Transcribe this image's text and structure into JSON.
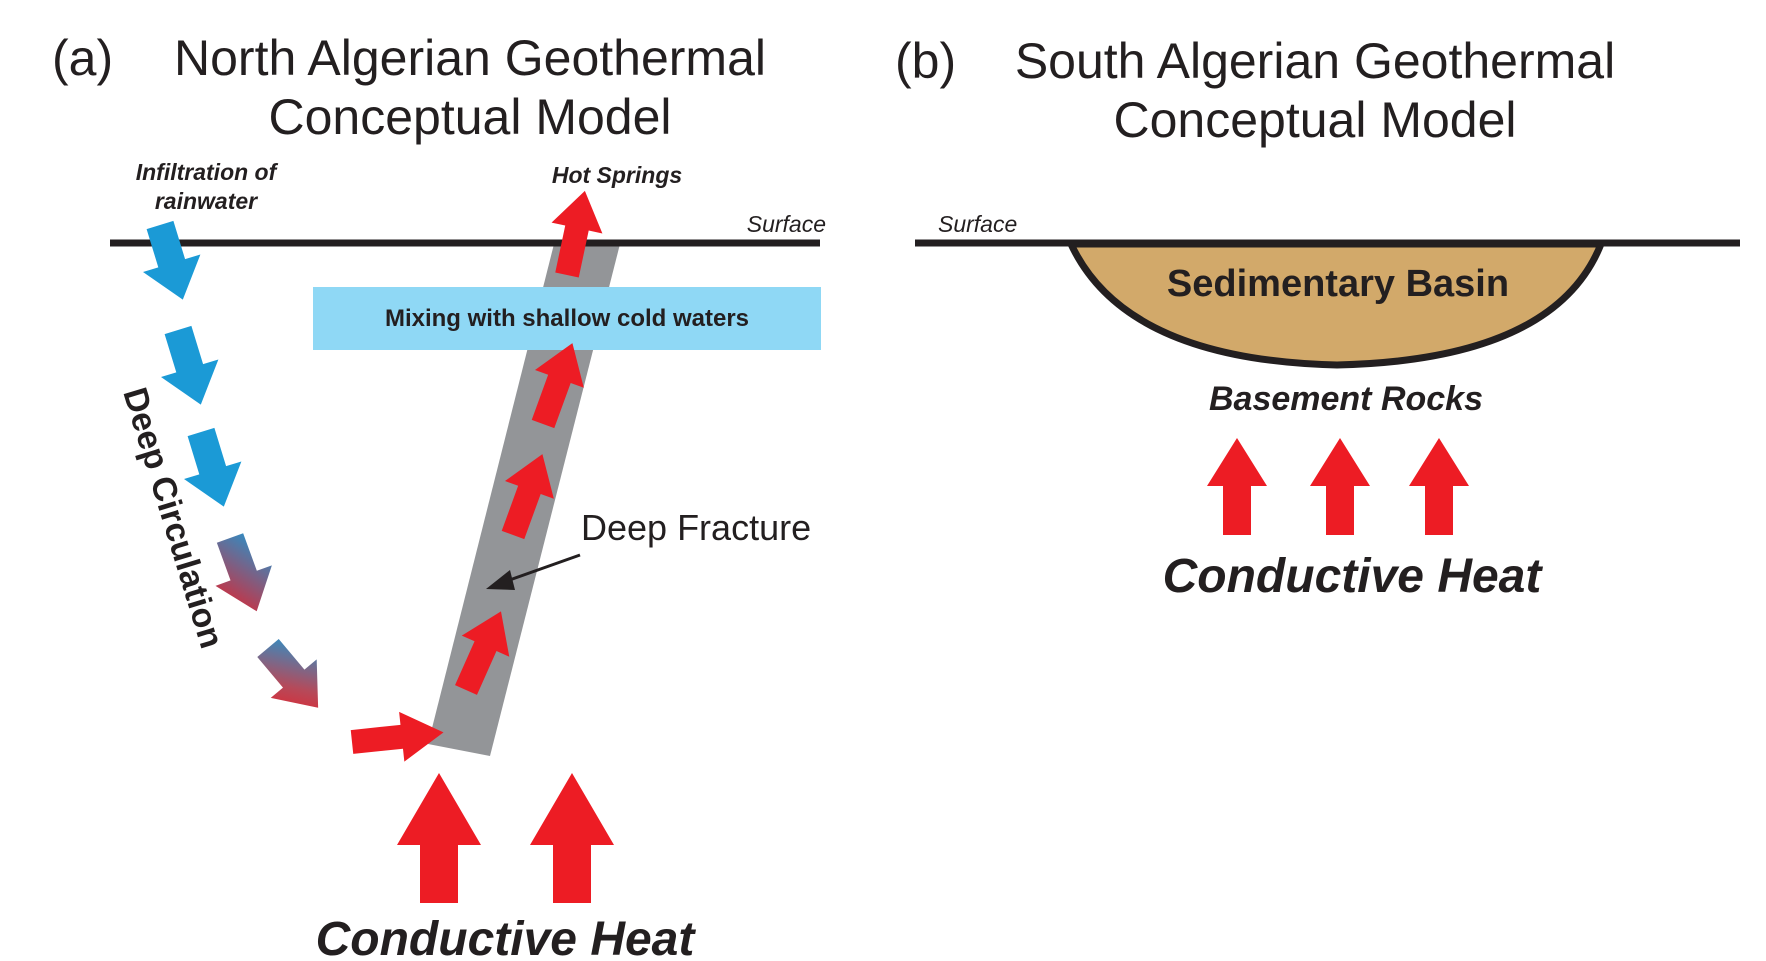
{
  "panel_a": {
    "label": "(a)",
    "title_line1": "North Algerian Geothermal",
    "title_line2": "Conceptual Model",
    "infiltration_line1": "Infiltration of",
    "infiltration_line2": "rainwater",
    "hot_springs": "Hot Springs",
    "surface": "Surface",
    "mixing": "Mixing with shallow cold waters",
    "deep_circulation": "Deep Circulation",
    "deep_fracture": "Deep Fracture",
    "conductive_heat": "Conductive Heat"
  },
  "panel_b": {
    "label": "(b)",
    "title_line1": "South Algerian Geothermal",
    "title_line2": "Conceptual Model",
    "surface": "Surface",
    "sedimentary_basin": "Sedimentary Basin",
    "basement_rocks": "Basement Rocks",
    "conductive_heat": "Conductive Heat"
  },
  "colors": {
    "cold_water": "#1b9ad6",
    "hot_water": "#ed1c24",
    "fracture": "#939598",
    "mixing_zone": "#8fd8f5",
    "basin_fill": "#d2a96a",
    "ink": "#231f20"
  }
}
